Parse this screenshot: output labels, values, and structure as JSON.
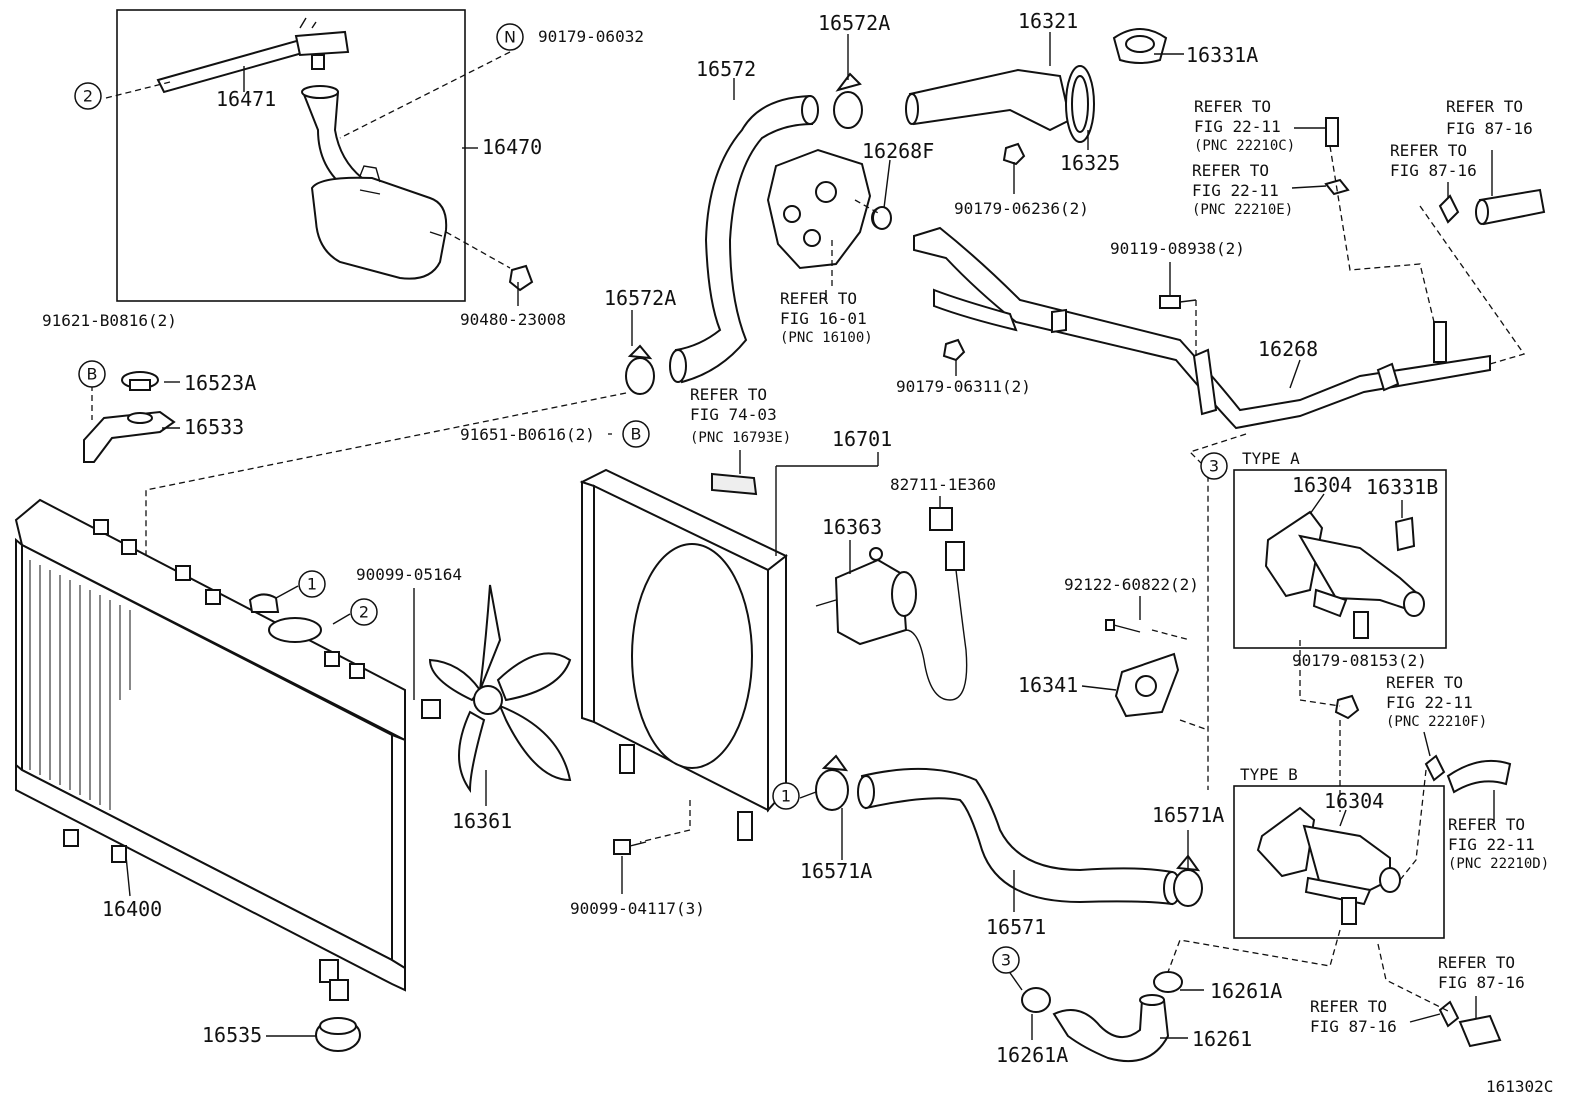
{
  "diagram_code": "161302C",
  "labels": {
    "p16471": "16471",
    "p16470": "16470",
    "p90179_06032": "90179-06032",
    "p90480_23008": "90480-23008",
    "p16572": "16572",
    "p16572A_top": "16572A",
    "p16572A_mid": "16572A",
    "p16321": "16321",
    "p16331A": "16331A",
    "p16268F": "16268F",
    "p16325": "16325",
    "p90179_06236": "90179-06236(2)",
    "p90119_08938": "90119-08938(2)",
    "p16268": "16268",
    "p90179_06311": "90179-06311(2)",
    "p91621_B0816": "91621-B0816(2)",
    "p16523A": "16523A",
    "p16533": "16533",
    "p91651_B0616": "91651-B0616(2)",
    "p16701": "16701",
    "p82711_1E360": "82711-1E360",
    "p16363": "16363",
    "p90099_05164": "90099-05164",
    "p16361": "16361",
    "p16400": "16400",
    "p16535": "16535",
    "p90099_04117": "90099-04117(3)",
    "p16571A_left": "16571A",
    "p16571": "16571",
    "p16571A_right": "16571A",
    "p92122_60822": "92122-60822(2)",
    "p16341": "16341",
    "p16304_a": "16304",
    "p16331B": "16331B",
    "p90179_08153": "90179-08153(2)",
    "p16304_b": "16304",
    "p16261A_right": "16261A",
    "p16261": "16261",
    "p16261A_left": "16261A",
    "type_a": "TYPE A",
    "type_b": "TYPE B"
  },
  "refers": {
    "fig16_01": [
      "REFER TO",
      "FIG 16-01",
      "(PNC 16100)"
    ],
    "fig74_03": [
      "REFER TO",
      "FIG 74-03",
      "(PNC 16793E)"
    ],
    "fig22_11_c": [
      "REFER TO",
      "FIG 22-11",
      "(PNC 22210C)"
    ],
    "fig22_11_e": [
      "REFER TO",
      "FIG 22-11",
      "(PNC 22210E)"
    ],
    "fig87_16_a": [
      "REFER TO",
      "FIG 87-16"
    ],
    "fig87_16_b": [
      "REFER TO",
      "FIG 87-16"
    ],
    "fig22_11_f": [
      "REFER TO",
      "FIG 22-11",
      "(PNC 22210F)"
    ],
    "fig22_11_d": [
      "REFER TO",
      "FIG 22-11",
      "(PNC 22210D)"
    ],
    "fig87_16_c": [
      "REFER TO",
      "FIG 87-16"
    ],
    "fig87_16_d": [
      "REFER TO",
      "FIG 87-16"
    ]
  },
  "markers": {
    "one": "1",
    "two": "2",
    "three": "3",
    "n": "N",
    "b": "B"
  }
}
